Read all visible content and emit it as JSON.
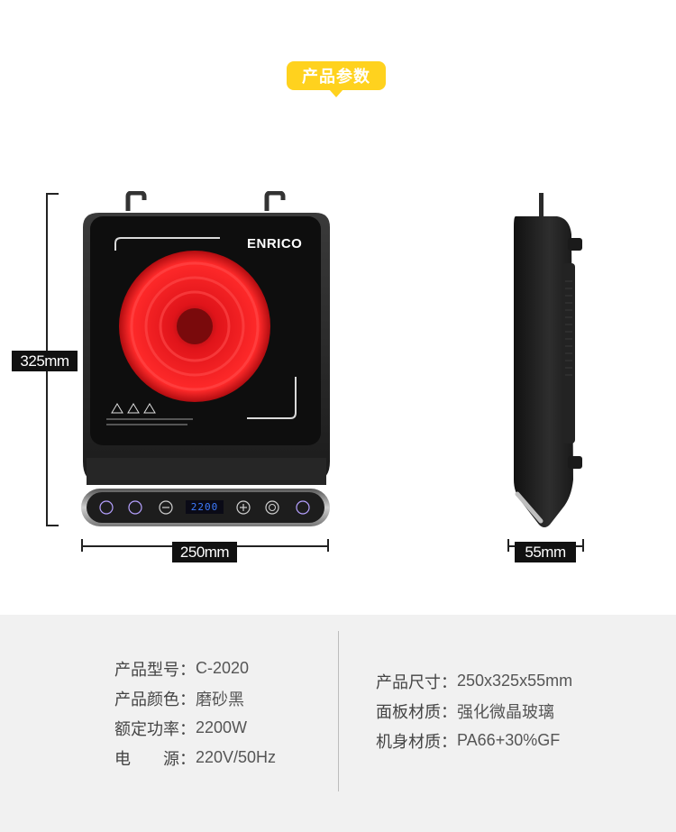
{
  "header": {
    "badge_label": "产品参数"
  },
  "dimensions": {
    "height_label": "325mm",
    "width_label": "250mm",
    "depth_label": "55mm"
  },
  "product": {
    "brand_logo": "ENRICO",
    "display_value": "2200"
  },
  "specs_left": [
    {
      "key": "产品型号：",
      "value": "C-2020"
    },
    {
      "key": "产品颜色：",
      "value": "磨砂黑"
    },
    {
      "key": "额定功率：",
      "value": "2200W"
    },
    {
      "key": "电　　源：",
      "value": "220V/50Hz"
    }
  ],
  "specs_right": [
    {
      "key": "产品尺寸：",
      "value": "250x325x55mm"
    },
    {
      "key": "面板材质：",
      "value": "强化微晶玻璃"
    },
    {
      "key": "机身材质：",
      "value": "PA66+30%GF"
    }
  ],
  "colors": {
    "badge": "#ffd21e",
    "panel_bg": "#f1f1f1",
    "heating_coil": "#e0141a",
    "display_digits": "#3d7bff"
  }
}
